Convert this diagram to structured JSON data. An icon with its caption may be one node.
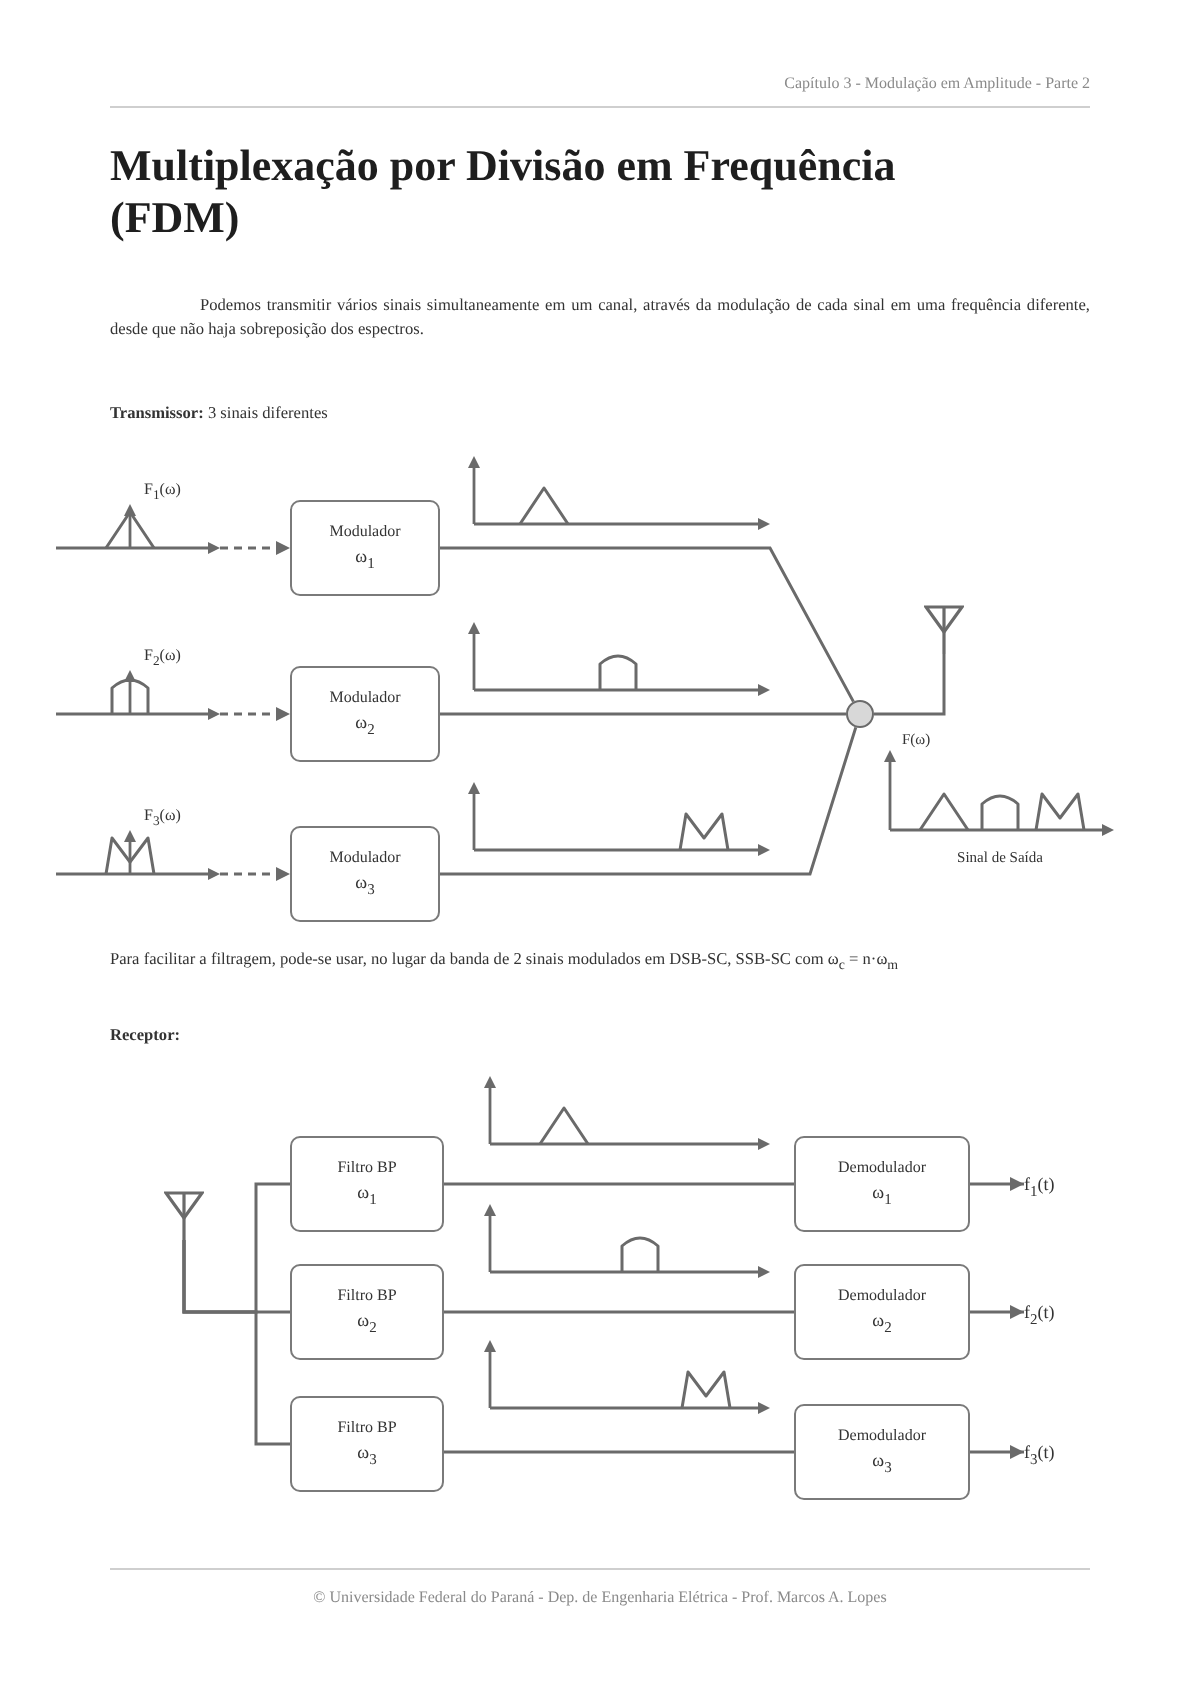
{
  "diagram": {
    "title": "Multiplexação por Divisão em Frequência (FDM)",
    "nodes": [
      {
        "text": [
          "F$_{1}$(ω)"
        ]
      },
      {
        "text": [
          "F$_{2}$(ω)"
        ]
      },
      {
        "text": [
          "F$_{3}$(ω)"
        ]
      },
      {
        "text": [
          "Modulador",
          "ω$_{1}$"
        ]
      },
      {
        "text": [
          "Modulador",
          "ω$_{2}$"
        ]
      },
      {
        "text": [
          "Modulador",
          "ω$_{3}$"
        ]
      },
      {
        "text": [],
        "shape": "circle"
      },
      {
        "text": [],
        "shape": "picture"
      },
      {
        "text": [],
        "shape": "picture"
      },
      {
        "text": [
          "Filtro BP",
          "ω$_{1}$"
        ]
      },
      {
        "text": [
          "Filtro BP",
          "ω$_{2}$"
        ]
      },
      {
        "text": [
          "Filtro BP",
          "ω$_{3}$"
        ]
      },
      {
        "text": [
          "Demodulador",
          "ω$_{1}$"
        ]
      },
      {
        "text": [
          "Demodulador",
          "ω$_{2}$"
        ]
      },
      {
        "text": [
          "Demodulador",
          "ω$_{3}$"
        ]
      },
      {
        "text": [
          "f$_{1}$(t)"
        ]
      },
      {
        "text": [
          "f$_{2}$(t)"
        ]
      },
      {
        "text": [
          "f$_{3}$(t)"
        ]
      }
    ],
    "edges": [
      {
        "from": 0,
        "to": 3,
        "arrow": "to",
        "style": "dashed"
      },
      {
        "from": 1,
        "to": 4,
        "arrow": "to",
        "style": "dashed"
      },
      {
        "from": 2,
        "to": 5,
        "arrow": "to",
        "style": "dashed"
      },
      {
        "from": 3,
        "to": 6,
        "arrow": "none"
      },
      {
        "from": 4,
        "to": 6,
        "arrow": "none"
      },
      {
        "from": 5,
        "to": 6,
        "arrow": "none"
      },
      {
        "from": 6,
        "to": 7,
        "arrow": "none"
      },
      {
        "from": 8,
        "to": 9,
        "arrow": "none"
      },
      {
        "from": 8,
        "to": 10,
        "arrow": "none"
      },
      {
        "from": 8,
        "to": 11,
        "arrow": "none"
      },
      {
        "from": 9,
        "to": 12,
        "arrow": "none"
      },
      {
        "from": 10,
        "to": 13,
        "arrow": "none"
      },
      {
        "from": 11,
        "to": 14,
        "arrow": "none"
      },
      {
        "from": 12,
        "to": 15,
        "arrow": "to"
      },
      {
        "from": 13,
        "to": 16,
        "arrow": "to"
      },
      {
        "from": 14,
        "to": 17,
        "arrow": "to"
      }
    ],
    "labels": [
      "Capítulo 3 - Modulação em Amplitude - Parte 2",
      "Podemos transmitir vários sinais simultaneamente em um canal, através da modulação de cada sinal em uma frequência diferente, desde que não haja sobreposição dos espectros.",
      "**Transmissor:** 3 sinais diferentes",
      "F(ω)",
      "Sinal de Saída",
      "Para facilitar a filtragem, pode-se usar, no lugar da banda de 2 sinais modulados em DSB-SC, SSB-SC com ω$_{c}$ = n·ω$_{m}$",
      "Receptor:",
      "© Universidade Federal do Paraná - Dep. de Engenharia Elétrica - Prof. Marcos A. Lopes"
    ]
  }
}
